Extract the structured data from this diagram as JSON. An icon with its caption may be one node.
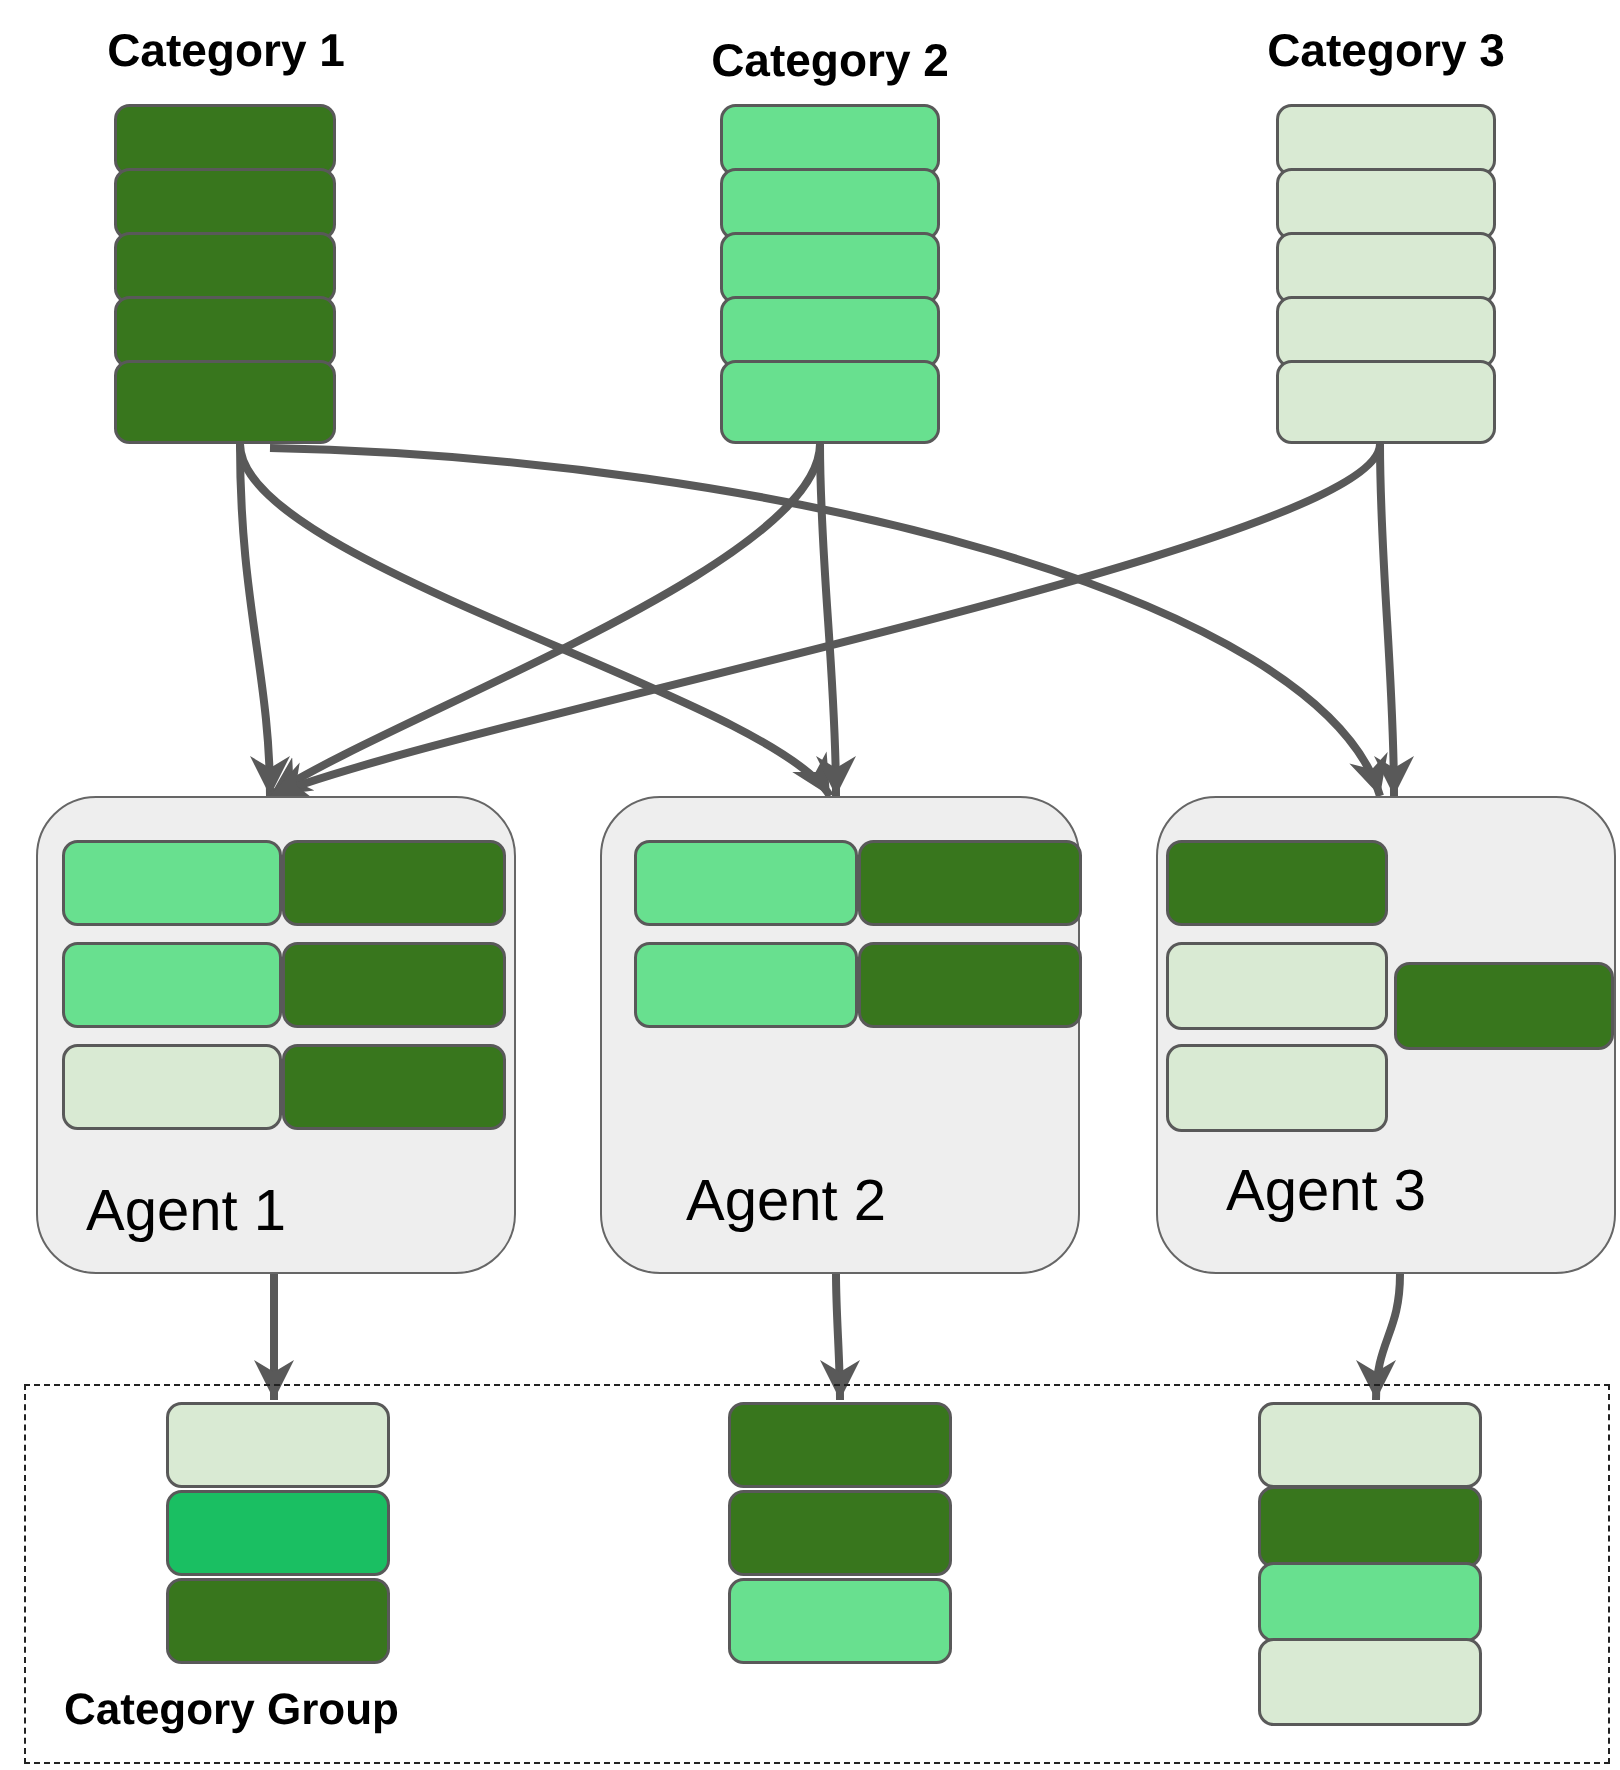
{
  "diagram": {
    "nodes": [
      {
        "text": [
          "Category 1"
        ]
      },
      {
        "text": [
          "Category 2"
        ]
      },
      {
        "text": [
          "Category 3"
        ]
      },
      {
        "text": [
          "Agent 1"
        ]
      },
      {
        "text": [
          "Agent 2"
        ]
      },
      {
        "text": [
          "Agent 3"
        ]
      },
      {
        "text": [
          "Category Group"
        ]
      },
      {
        "text": [],
        "shape": "box",
        "in": 6
      },
      {
        "text": [],
        "shape": "box",
        "in": 6
      },
      {
        "text": [],
        "shape": "box",
        "in": 6
      }
    ],
    "edges": [
      {
        "from": 0,
        "to": 3,
        "arrow": "to"
      },
      {
        "from": 0,
        "to": 4,
        "arrow": "to"
      },
      {
        "from": 0,
        "to": 5,
        "arrow": "to"
      },
      {
        "from": 1,
        "to": 3,
        "arrow": "to"
      },
      {
        "from": 1,
        "to": 4,
        "arrow": "to"
      },
      {
        "from": 2,
        "to": 3,
        "arrow": "to"
      },
      {
        "from": 2,
        "to": 5,
        "arrow": "to"
      },
      {
        "from": 3,
        "to": 7,
        "arrow": "to"
      },
      {
        "from": 4,
        "to": 8,
        "arrow": "to"
      },
      {
        "from": 5,
        "to": 9,
        "arrow": "to"
      }
    ]
  }
}
